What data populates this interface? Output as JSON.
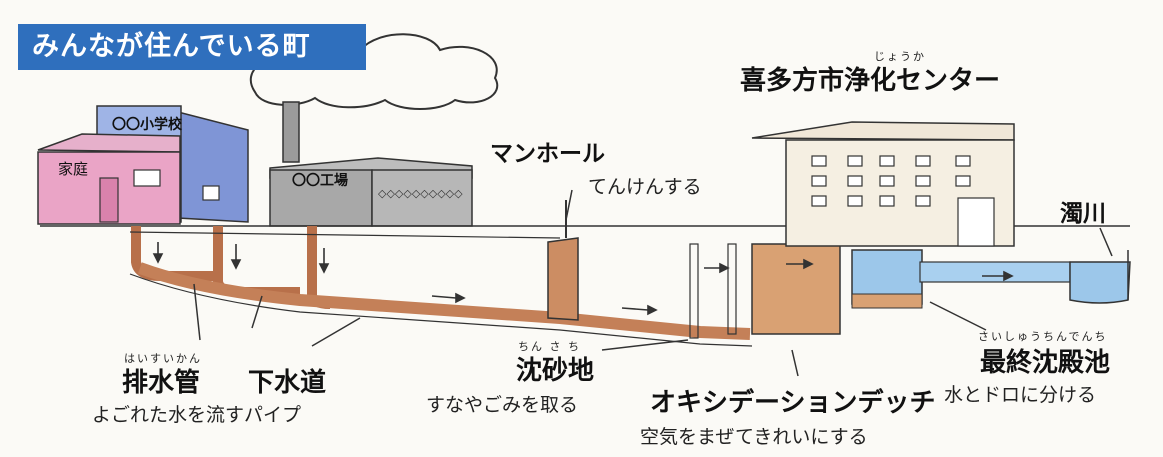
{
  "title": "みんなが住んでいる町",
  "buildings": {
    "house": "家庭",
    "school": "〇〇小学校",
    "factory": "〇〇工場",
    "plant_name": "喜多方市浄化センター",
    "plant_ruby": "じょうか"
  },
  "labels": {
    "manhole": {
      "name": "マンホール",
      "desc": "てんけんする"
    },
    "river": "濁川",
    "drain_pipe": {
      "name": "排水管",
      "ruby": "はいすいかん",
      "desc": "よごれた水を流すパイプ"
    },
    "sewer": {
      "name": "下水道"
    },
    "grit_chamber": {
      "name": "沈砂地",
      "ruby": "ちん さ ち",
      "desc": "すなやごみを取る"
    },
    "oxidation_ditch": {
      "name": "オキシデーションデッチ",
      "desc": "空気をまぜてきれいにする"
    },
    "final_settling": {
      "name": "最終沈殿池",
      "ruby": "さいしゅうちんでんち",
      "desc": "水とドロに分ける"
    }
  },
  "colors": {
    "title_bg": "#2f6fbd",
    "pipe_brown": "#b8704a",
    "house_pink": "#e9a6c4",
    "school_blue": "#8fa6dd",
    "factory_gray": "#a9a9a9",
    "water_blue": "#9cc7ea"
  }
}
